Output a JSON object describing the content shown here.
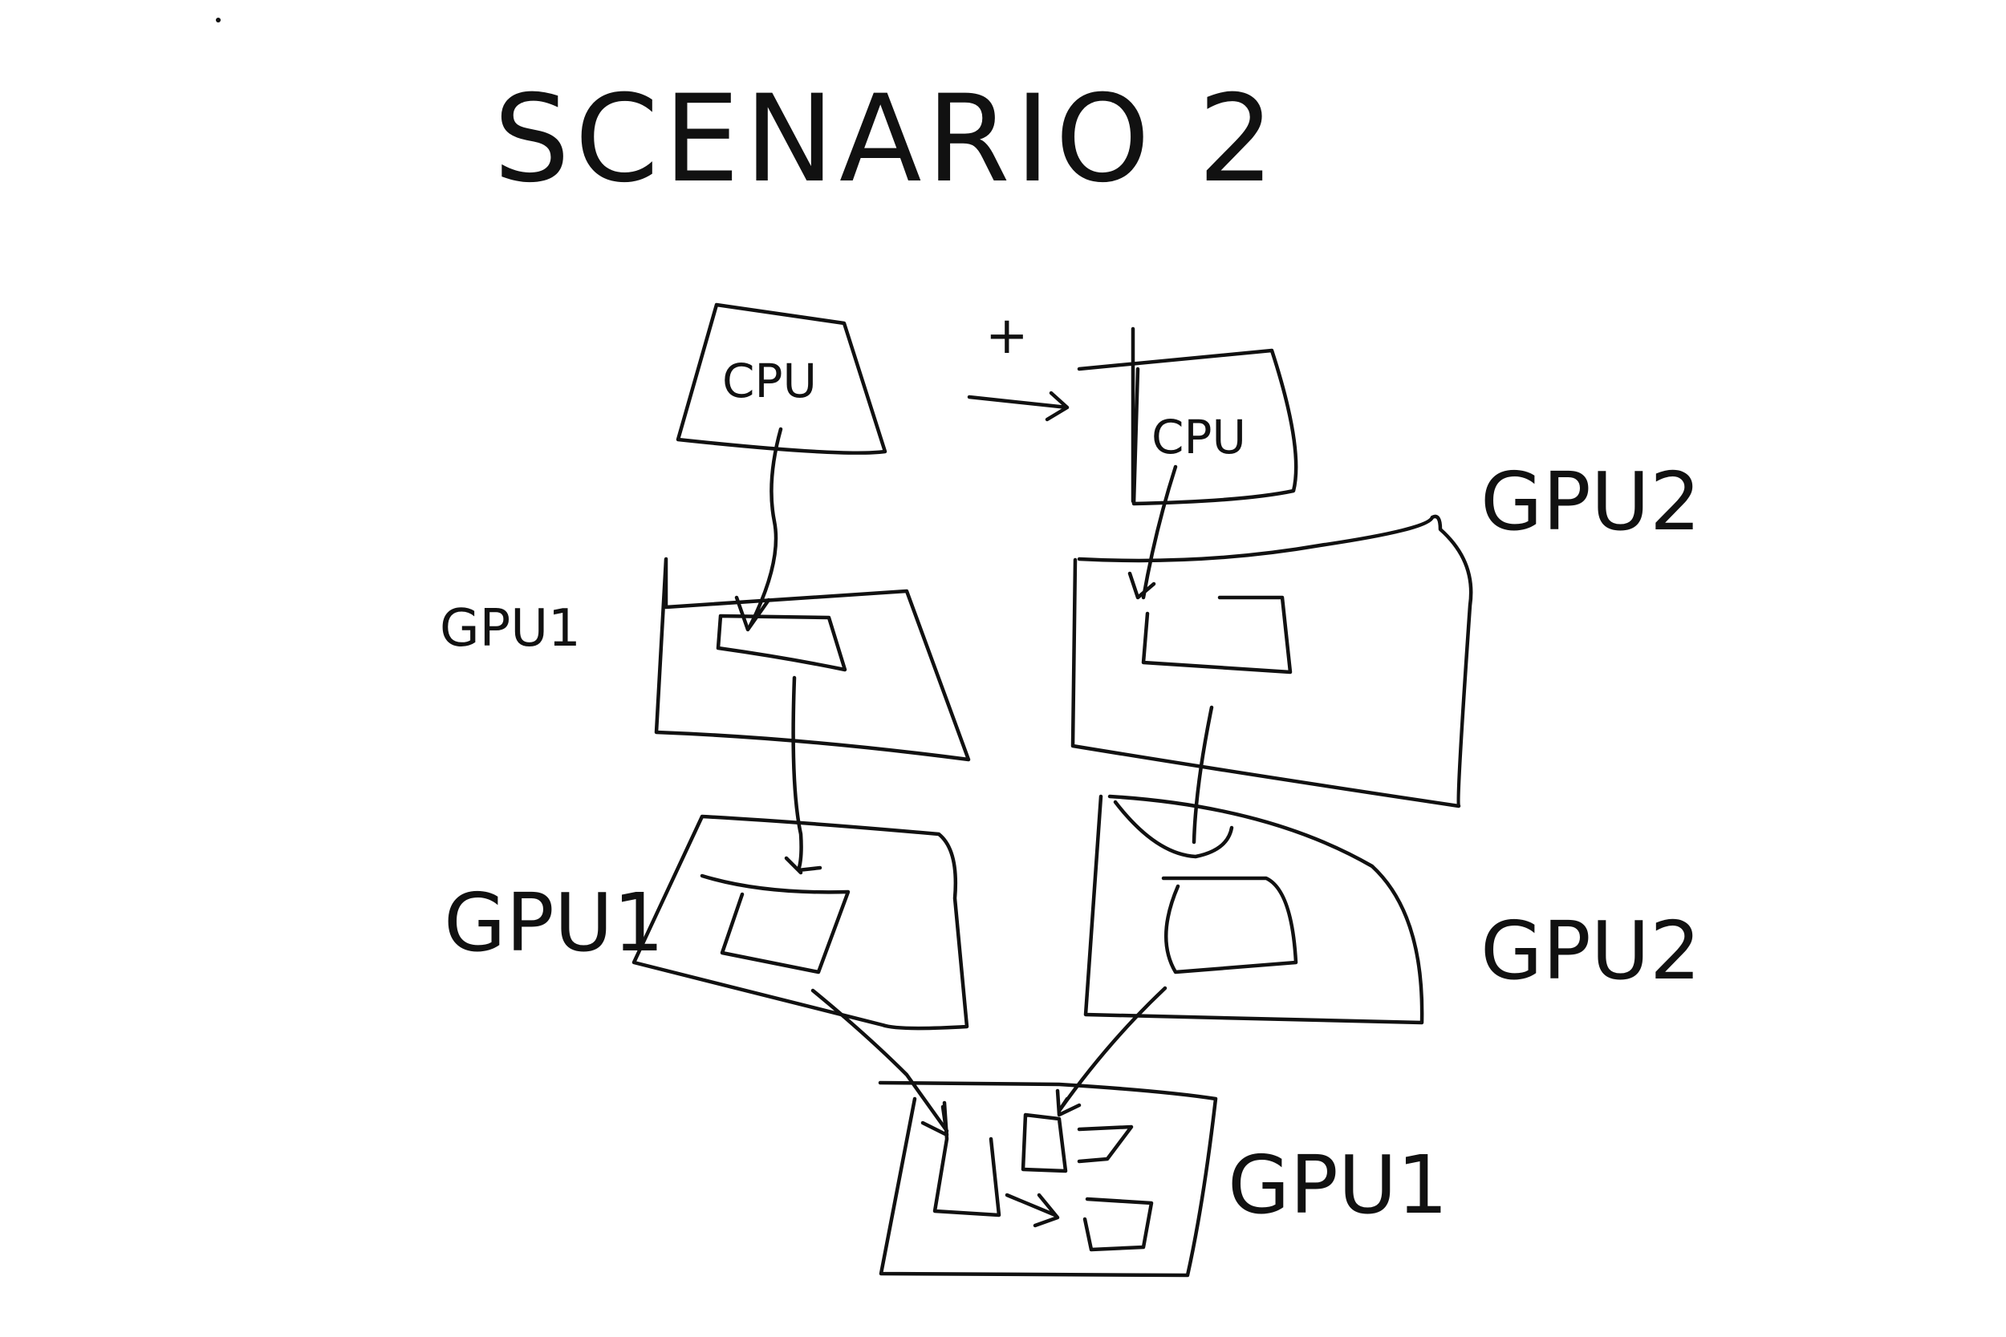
{
  "title": "SCENARIO 2",
  "marks": {
    "plus": "+"
  },
  "labels": {
    "cpu_left": "CPU",
    "cpu_right": "CPU",
    "gpu1_top": "GPU1",
    "gpu2_top": "GPU2",
    "gpu1_mid": "GPU1",
    "gpu2_mid": "GPU2",
    "gpu1_bottom": "GPU1"
  }
}
